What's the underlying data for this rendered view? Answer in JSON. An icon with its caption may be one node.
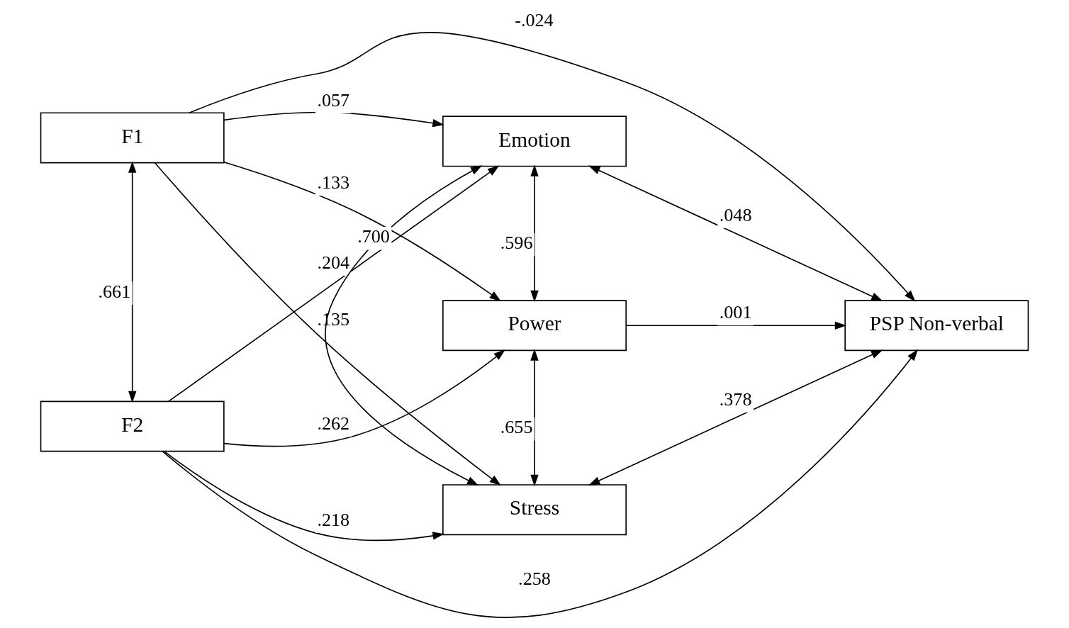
{
  "diagram": {
    "nodes": [
      {
        "text": [
          "F1"
        ]
      },
      {
        "text": [
          "F2"
        ]
      },
      {
        "text": [
          "Emotion"
        ]
      },
      {
        "text": [
          "Power"
        ]
      },
      {
        "text": [
          "Stress"
        ]
      },
      {
        "text": [
          "PSP Non-verbal"
        ]
      }
    ],
    "edges": [
      {
        "from": 0,
        "to": 5,
        "arrow": "to",
        "label": "-.024"
      },
      {
        "from": 0,
        "to": 2,
        "arrow": "to",
        "label": ".057"
      },
      {
        "from": 0,
        "to": 3,
        "arrow": "to",
        "label": ".133"
      },
      {
        "from": 0,
        "to": 4,
        "arrow": "to",
        "label": ".135"
      },
      {
        "from": 0,
        "to": 1,
        "arrow": "both",
        "label": ".661"
      },
      {
        "from": 1,
        "to": 2,
        "arrow": "to",
        "label": ".204"
      },
      {
        "from": 1,
        "to": 3,
        "arrow": "to",
        "label": ".262"
      },
      {
        "from": 1,
        "to": 4,
        "arrow": "to",
        "label": ".218"
      },
      {
        "from": 1,
        "to": 5,
        "arrow": "to",
        "label": ".258"
      },
      {
        "from": 2,
        "to": 3,
        "arrow": "both",
        "label": ".596"
      },
      {
        "from": 3,
        "to": 4,
        "arrow": "both",
        "label": ".655"
      },
      {
        "from": 2,
        "to": 4,
        "arrow": "both",
        "label": ".700"
      },
      {
        "from": 2,
        "to": 5,
        "arrow": "both",
        "label": ".048"
      },
      {
        "from": 3,
        "to": 5,
        "arrow": "to",
        "label": ".001"
      },
      {
        "from": 4,
        "to": 5,
        "arrow": "both",
        "label": ".378"
      }
    ]
  }
}
